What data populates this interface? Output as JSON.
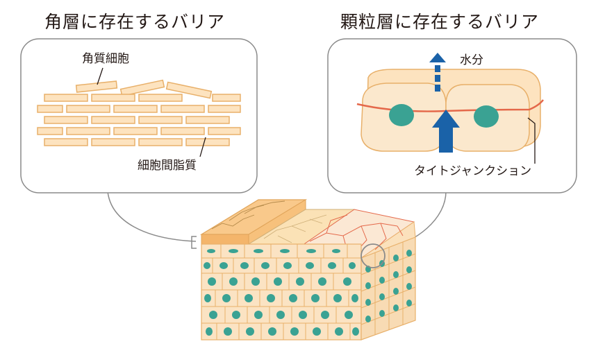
{
  "panels": {
    "left": {
      "title": "角層に存在するバリア",
      "label_top": "角質細胞",
      "label_bottom": "細胞間脂質"
    },
    "right": {
      "title": "顆粒層に存在するバリア",
      "label_water": "水分",
      "label_junction": "タイトジャンクション"
    }
  },
  "colors": {
    "cell_fill": "#fde3bf",
    "cell_stroke": "#e8b06a",
    "nucleus": "#3aa293",
    "junction": "#e4684a",
    "arrow": "#1a62a8",
    "callout_stroke": "#8a8a8a"
  }
}
